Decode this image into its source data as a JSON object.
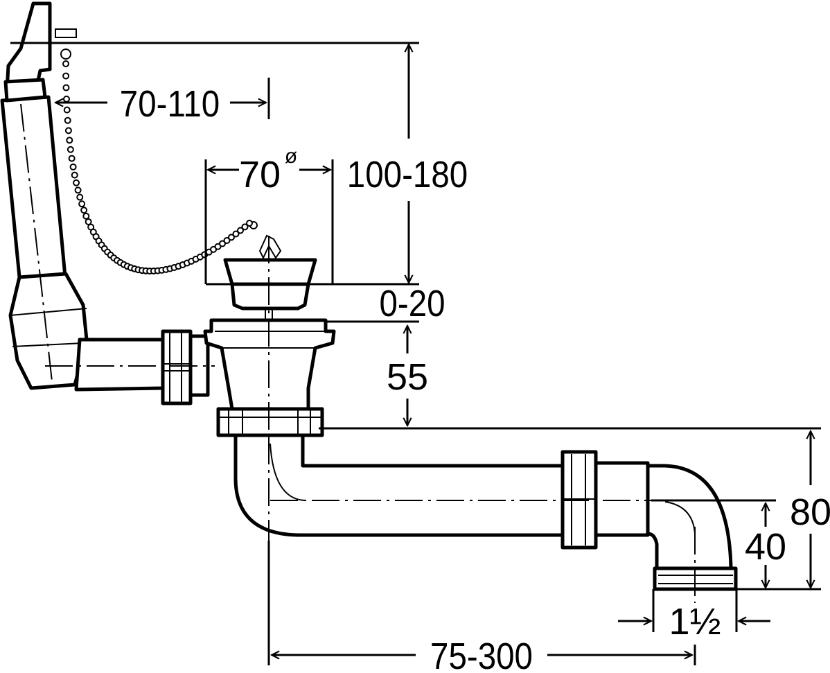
{
  "title": "Drain assembly dimension drawing",
  "dimensions": {
    "overflow_offset": "70-110",
    "strainer_diameter": "70",
    "diameter_symbol": "ø",
    "height_range": "100-180",
    "plug_lift": "0-20",
    "body_height": "55",
    "outlet_height": "80",
    "outlet_center": "40",
    "thread_size": "1½",
    "outlet_length": "75-300"
  }
}
